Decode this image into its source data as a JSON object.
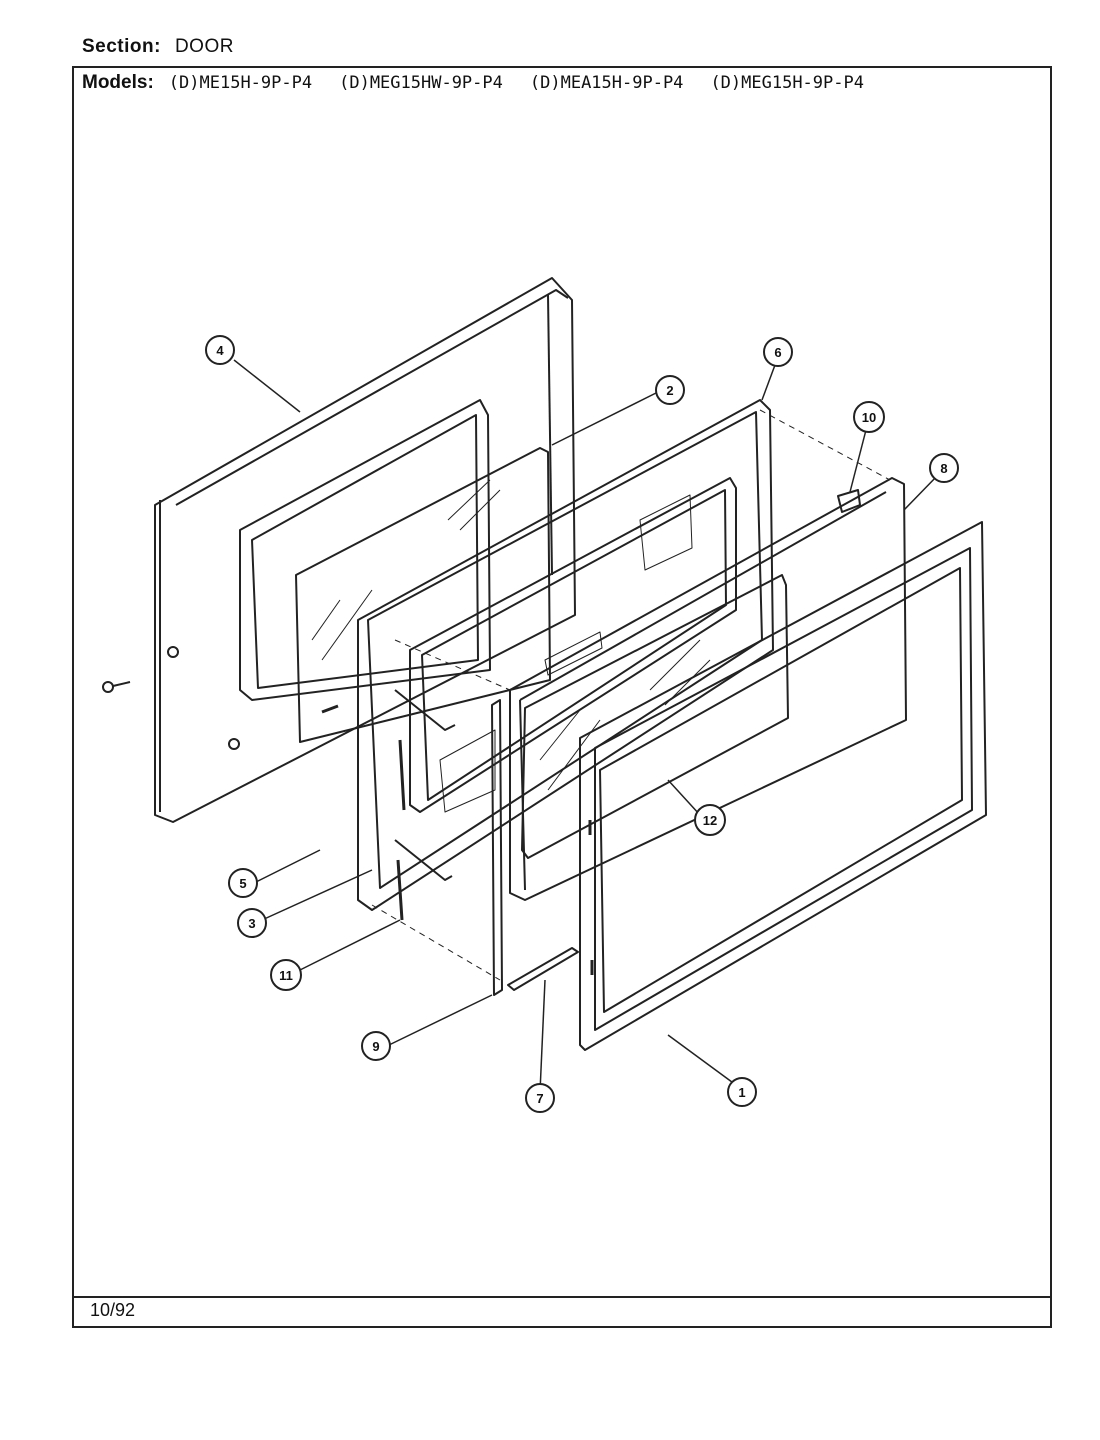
{
  "header": {
    "section_label": "Section:",
    "section_value": "DOOR",
    "models_label": "Models:",
    "models": [
      "(D)ME15H-9P-P4",
      "(D)MEG15HW-9P-P4",
      "(D)MEA15H-9P-P4",
      "(D)MEG15H-9P-P4"
    ]
  },
  "footer": {
    "date": "10/92"
  },
  "callouts": [
    "1",
    "2",
    "3",
    "4",
    "5",
    "6",
    "7",
    "8",
    "9",
    "10",
    "11",
    "12"
  ]
}
